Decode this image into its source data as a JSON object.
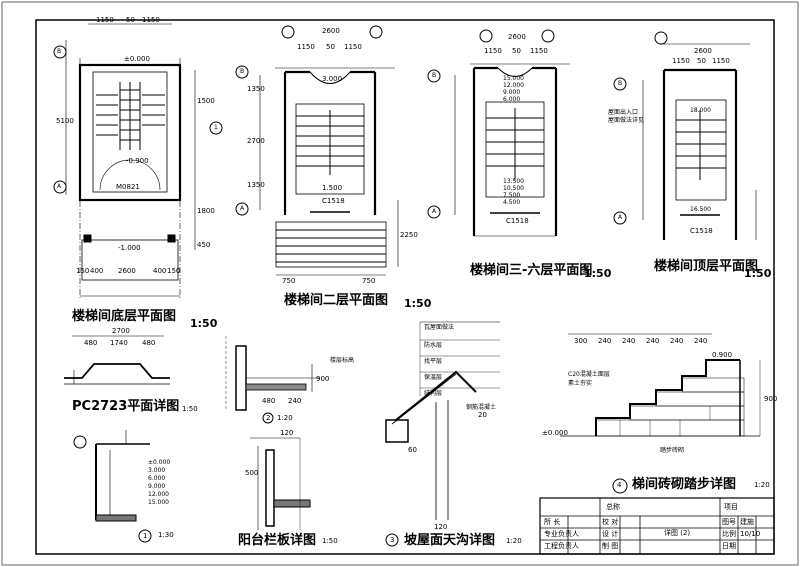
{
  "drawing": {
    "views": {
      "ground_floor": {
        "title": "楼梯间底层平面图",
        "scale": "1:50",
        "dims_top": [
          "1150",
          "50",
          "1150"
        ],
        "elev_top": "±0.000",
        "elev_mid": "-0.900",
        "elev_bot": "-1.000",
        "door": "M0821",
        "dims_bottom": [
          "150",
          "400",
          "2600",
          "400",
          "150"
        ],
        "left_dim": "5100",
        "right_dims": [
          "1500",
          "1800",
          "450"
        ],
        "axis_labels": [
          "B",
          "A"
        ],
        "callout": "1"
      },
      "second_floor": {
        "title": "楼梯间二层平面图",
        "scale": "1:50",
        "dims_top": [
          "2600",
          "1150",
          "50",
          "1150"
        ],
        "elev_landing": "3.000",
        "elev_floor": "1.500",
        "window": "C1518",
        "dims_bottom": [
          "750",
          "750"
        ],
        "right_dim": "2250",
        "left_dims": [
          "1350",
          "2700",
          "1350"
        ],
        "axis_labels": [
          "B",
          "A"
        ]
      },
      "typical_floor": {
        "title": "楼梯间三-六层平面图",
        "scale": "1:50",
        "dims_top": [
          "2600",
          "1150",
          "50",
          "1150"
        ],
        "elev_landing": [
          "15.000",
          "12.000",
          "9.000",
          "6.000"
        ],
        "elev_floor": [
          "13.500",
          "10.500",
          "7.500",
          "4.500"
        ],
        "window": "C1518",
        "axis_labels": [
          "B",
          "A"
        ]
      },
      "top_floor": {
        "title": "楼梯间顶层平面图",
        "scale": "1:50",
        "dims_top": [
          "2600",
          "1150",
          "50",
          "1150"
        ],
        "elev_landing": "18.000",
        "elev_floor": "16.500",
        "window": "C1518",
        "notes": [
          "屋面出入口",
          "屋面做法详见"
        ],
        "axis_labels": [
          "B",
          "A"
        ]
      },
      "pc_detail": {
        "title": "PC2723平面详图",
        "scale": "1:50",
        "dims": [
          "2700",
          "480",
          "1740",
          "480"
        ]
      },
      "detail_2": {
        "callout": "2",
        "scale": "1:20",
        "dims": [
          "480",
          "240",
          "900"
        ],
        "note": "楼层标高"
      },
      "detail_1": {
        "callout": "1",
        "scale": "1:30",
        "elevs": [
          "±0.000",
          "3.000",
          "6.000",
          "9.000",
          "12.000",
          "15.000"
        ]
      },
      "balcony": {
        "title": "阳台栏板详图",
        "scale": "1:50",
        "dims": [
          "120",
          "500"
        ]
      },
      "eave": {
        "callout": "3",
        "title": "坡屋面天沟详图",
        "scale": "1:20",
        "dims": [
          "20",
          "60",
          "120"
        ],
        "layers": [
          "瓦屋面做法",
          "防水层",
          "找平层",
          "保温层",
          "结构层",
          "钢筋混凝土"
        ]
      },
      "brick_steps": {
        "callout": "4",
        "title": "梯间砖砌踏步详图",
        "scale": "1:20",
        "dims_top": [
          "300",
          "240",
          "240",
          "240",
          "240",
          "240"
        ],
        "elev_top": "0.900",
        "elev_bot": "±0.000",
        "right_dim": "900",
        "notes": [
          "C20混凝土面层",
          "素土夯实",
          "踏步砖砌"
        ]
      }
    },
    "title_block": {
      "row1": [
        "总称",
        "项目"
      ],
      "labels": [
        "所 长",
        "专业负责人",
        "工程负责人",
        "校 对",
        "设 计",
        "制 图"
      ],
      "sheet_title": "详图 (2)",
      "right": [
        "图号",
        "建施",
        "比例",
        "日期"
      ],
      "sheet_no": "10/10"
    }
  }
}
